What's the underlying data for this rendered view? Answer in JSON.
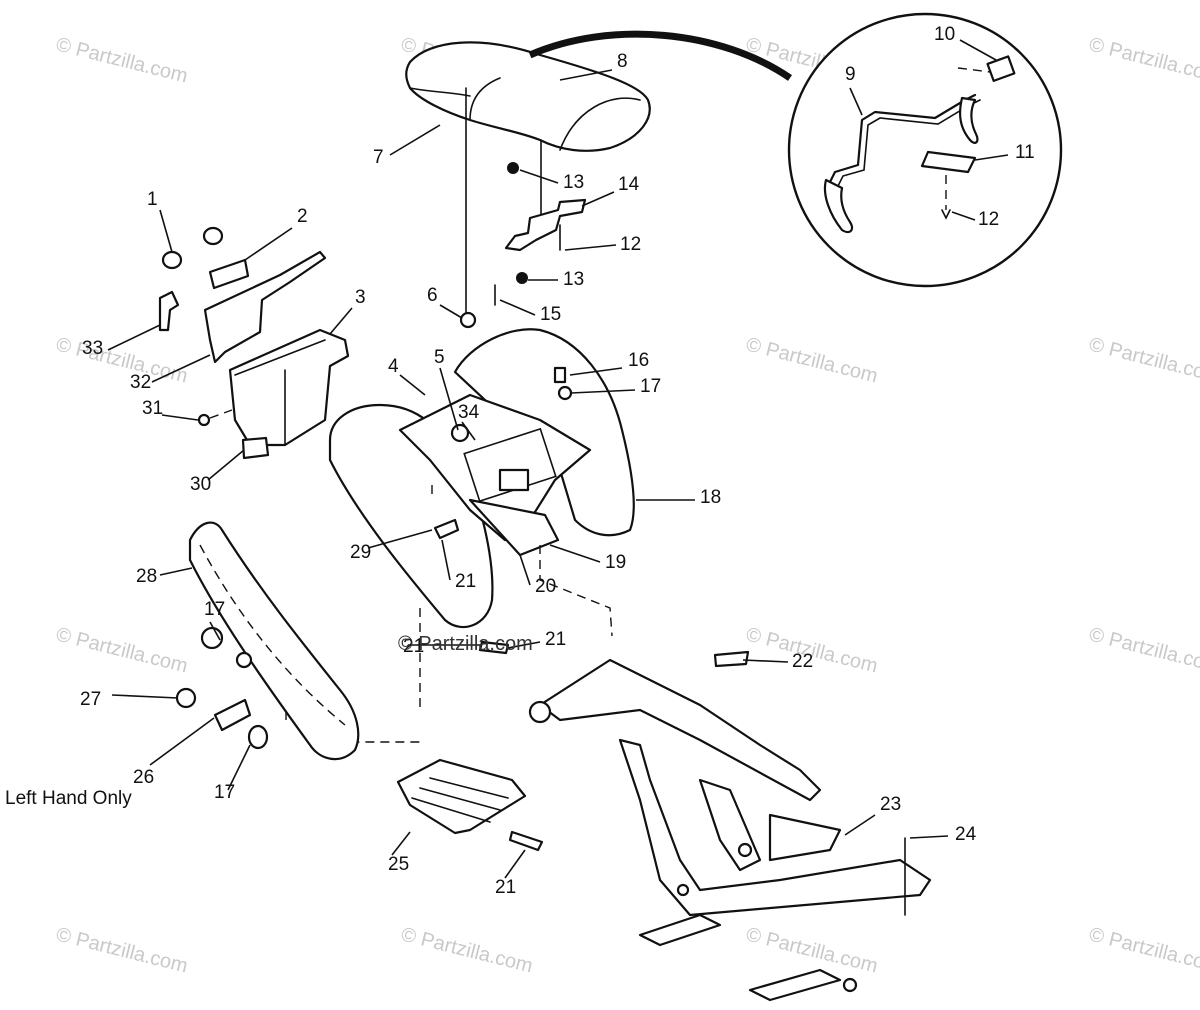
{
  "watermark": {
    "text": "© Partzilla.com",
    "center_text": "© Partzilla.com"
  },
  "note": "Left Hand Only",
  "callouts": [
    "1",
    "2",
    "3",
    "4",
    "5",
    "6",
    "7",
    "8",
    "9",
    "10",
    "11",
    "12",
    "12",
    "13",
    "13",
    "14",
    "15",
    "16",
    "17",
    "17",
    "17",
    "18",
    "19",
    "20",
    "21",
    "21",
    "21",
    "21",
    "22",
    "23",
    "24",
    "25",
    "26",
    "27",
    "28",
    "29",
    "30",
    "31",
    "32",
    "33",
    "34"
  ]
}
